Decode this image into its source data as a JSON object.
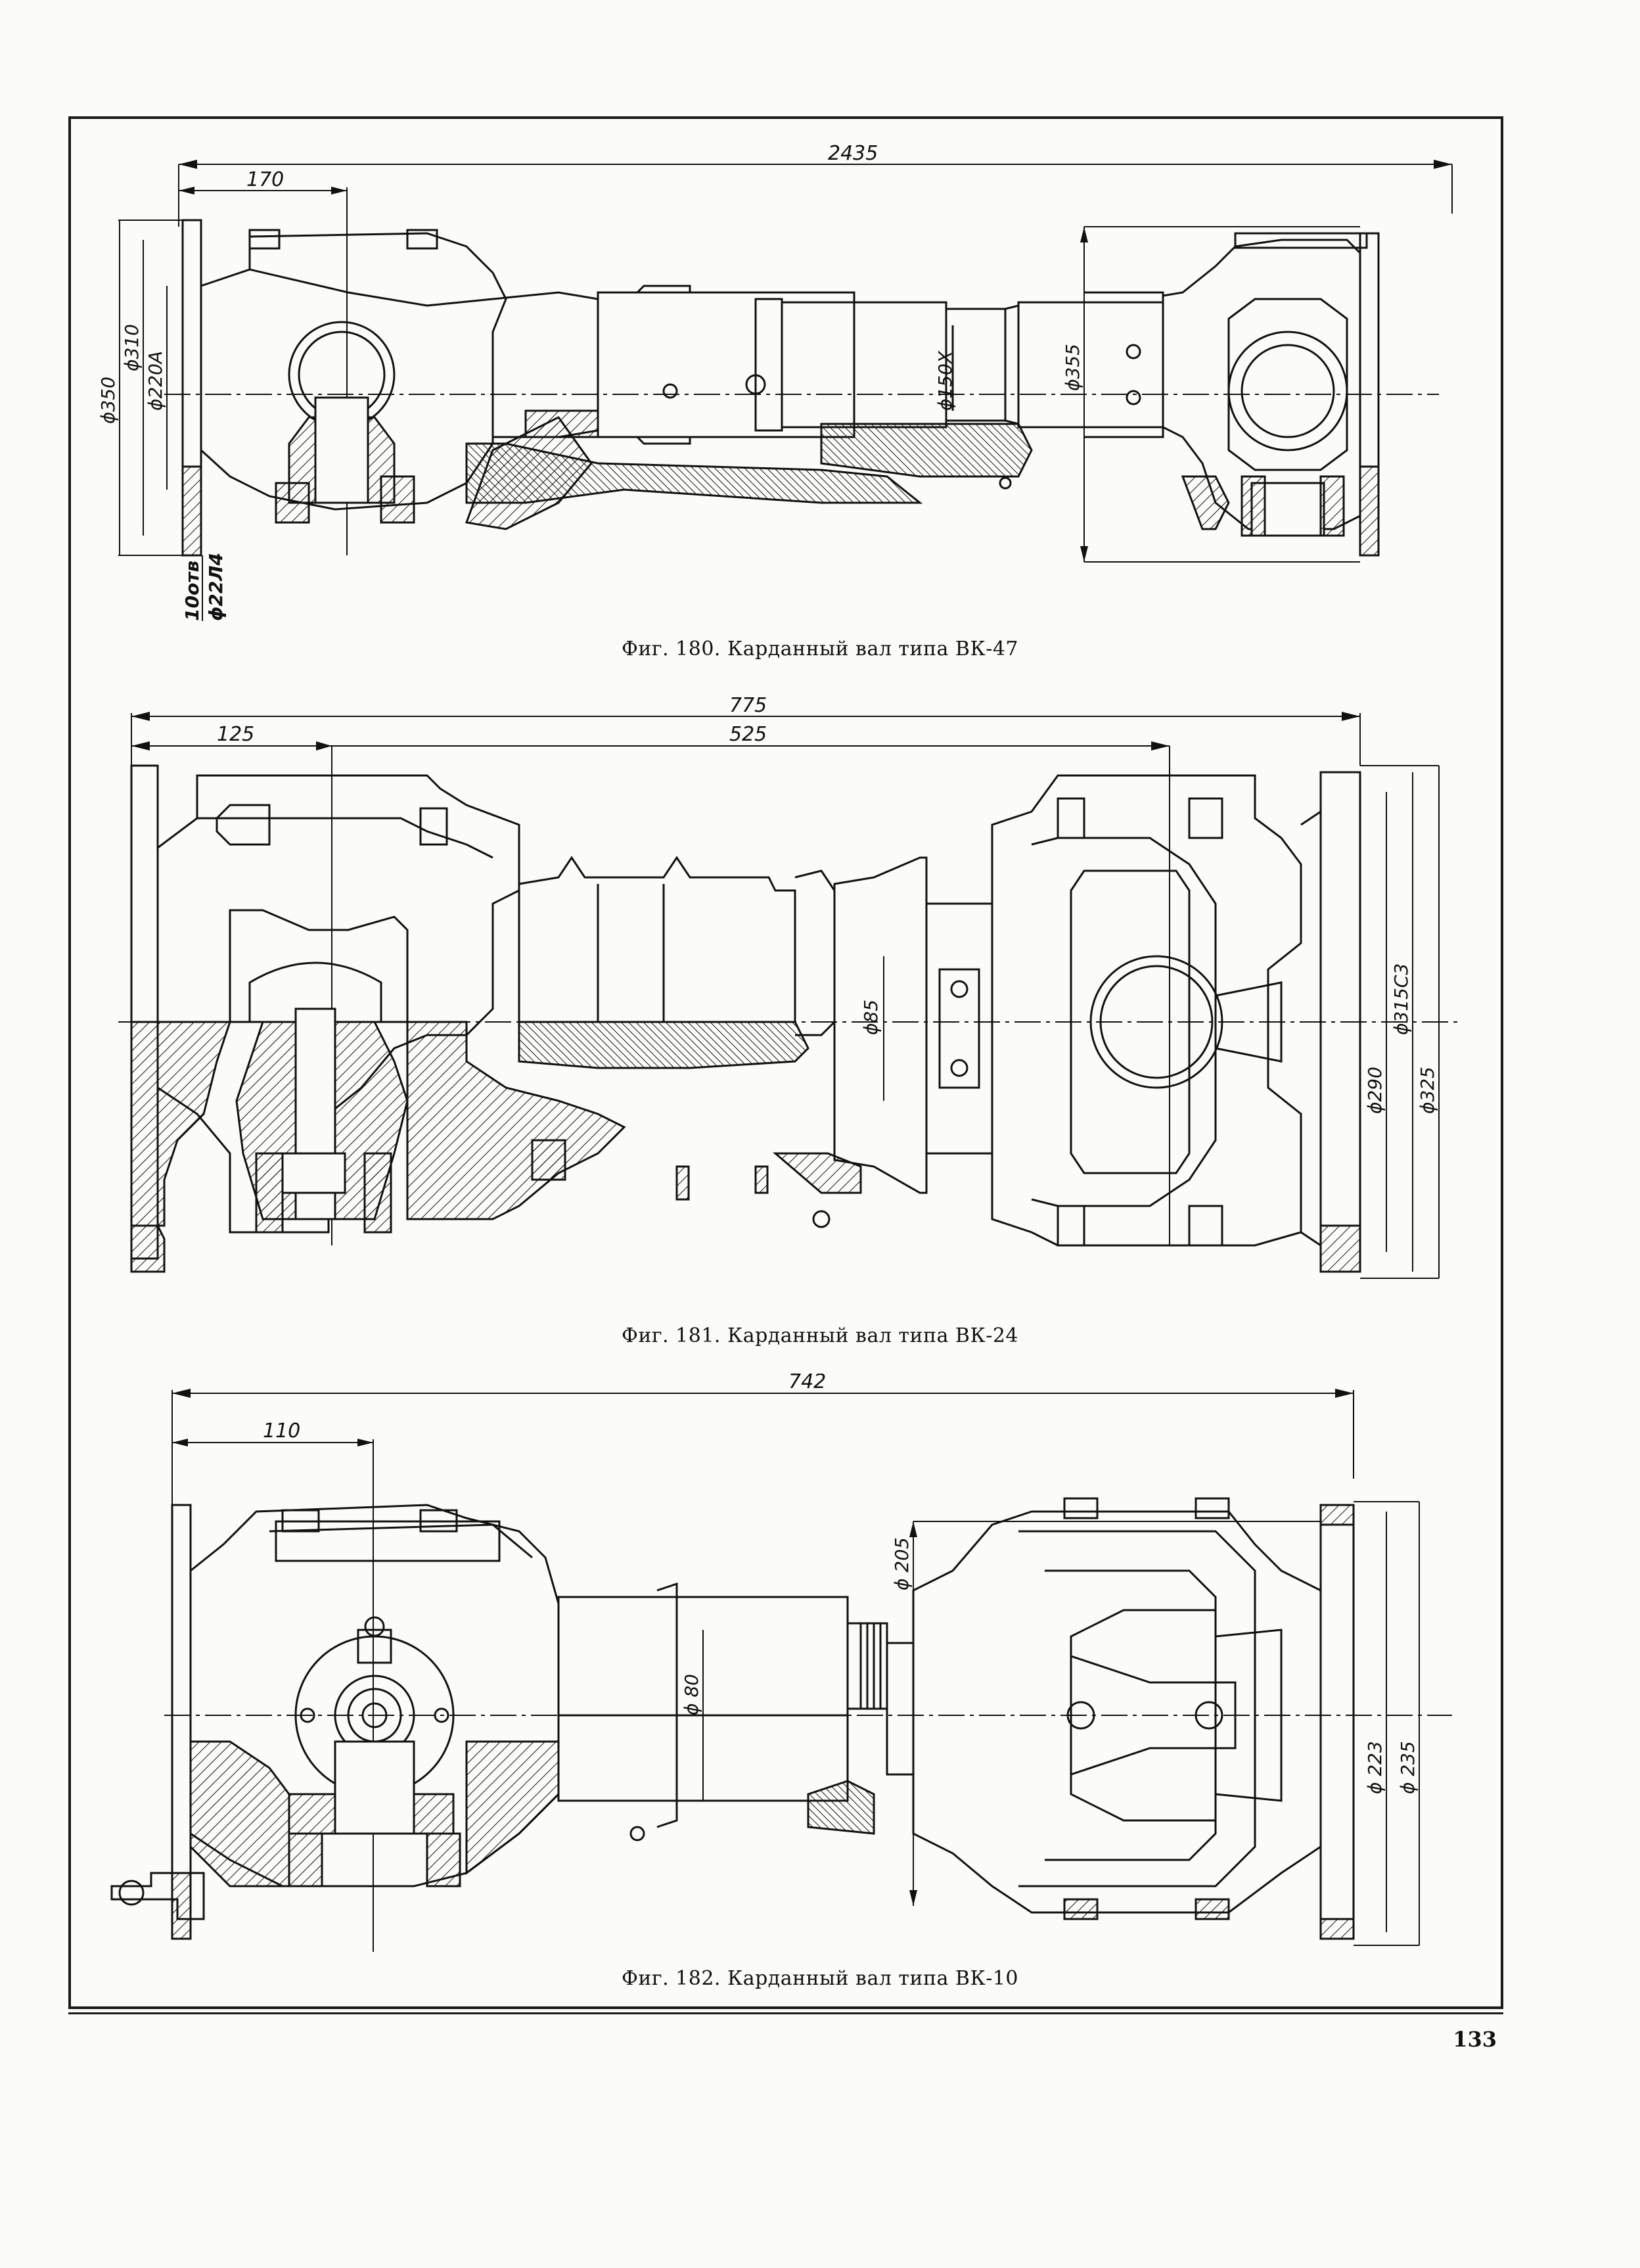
{
  "figures": [
    {
      "caption": "Фиг. 180. Карданный вал типа ВК-47",
      "dimensions": {
        "overall": "2435",
        "flange_offset": "170",
        "d1": "ϕ350",
        "d2": "ϕ310",
        "d3": "ϕ220А",
        "d4": "ϕ150Х",
        "d5": "ϕ355",
        "holes": "10отв",
        "holes_d": "ϕ22Л4"
      }
    },
    {
      "caption": "Фиг. 181. Карданный вал типа ВК-24",
      "dimensions": {
        "overall": "775",
        "flange_offset": "125",
        "span": "525",
        "d1": "ϕ85",
        "d2": "ϕ290",
        "d3": "ϕ315С3",
        "d4": "ϕ325"
      }
    },
    {
      "caption": "Фиг. 182. Карданный вал типа ВК-10",
      "dimensions": {
        "overall": "742",
        "flange_offset": "110",
        "d1": "ϕ 205",
        "d2": "ϕ 80",
        "d3": "ϕ 223",
        "d4": "ϕ 235"
      }
    }
  ],
  "page_number": "133"
}
